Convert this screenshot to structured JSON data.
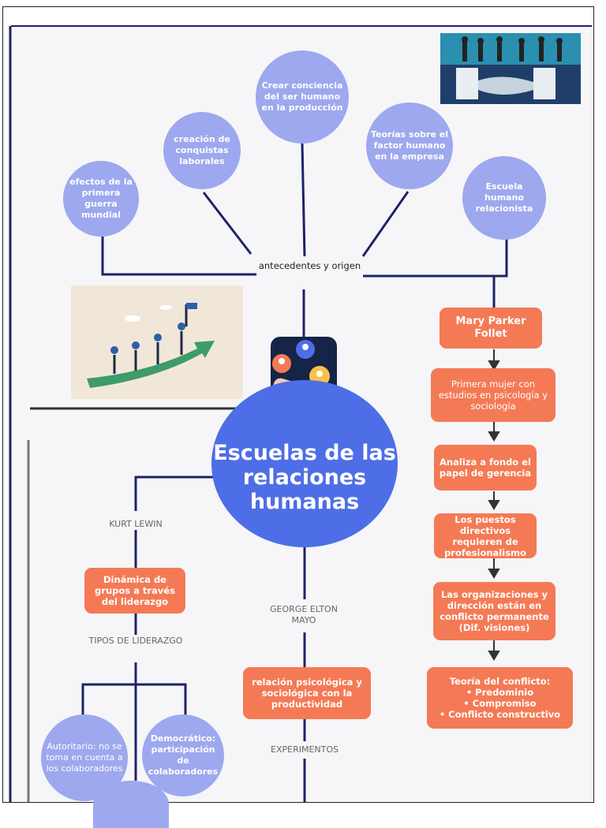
{
  "title": "Escuelas de las relaciones humanas",
  "antecedentes": {
    "label": "antecedentes y origen",
    "items": [
      "efectos de la primera guerra mundial",
      "creación de conquistas laborales",
      "Crear conciencia del ser humano en la producción",
      "Teorías sobre el factor humano en la empresa",
      "Escuela humano relacionista"
    ]
  },
  "follet": {
    "name": "Mary Parker Follet",
    "steps": [
      "Primera mujer con estudios en psicología y sociología",
      "Analiza a fondo el papel de gerencia",
      "Los puestos directivos requieren de profesionalismo",
      "Las organizaciones y dirección están en conflicto permanente (Dif. visiones)",
      "Teoría del conflicto:\n• Predominio\n• Compromiso\n• Conflicto constructivo"
    ]
  },
  "lewin": {
    "name": "KURT LEWIN",
    "box": "Dinámica de grupos a través del liderazgo",
    "tipos_label": "TIPOS DE LIDERAZGO",
    "tipos": [
      "Autoritario: no se toma en cuenta a los colaboradores",
      "Democrático: participación de colaboradores"
    ]
  },
  "mayo": {
    "name": "GEORGE ELTON MAYO",
    "box": "relación psicológica y sociológica con la productividad",
    "experimentos_label": "EXPERIMENTOS"
  },
  "colors": {
    "hub": "#4d6ee6",
    "circle": "#9ea8ee",
    "box": "#f47a55",
    "line": "#1d2366"
  },
  "images": [
    "handshake-illustration",
    "team-climbing-arrow-illustration",
    "people-on-phone-illustration"
  ]
}
